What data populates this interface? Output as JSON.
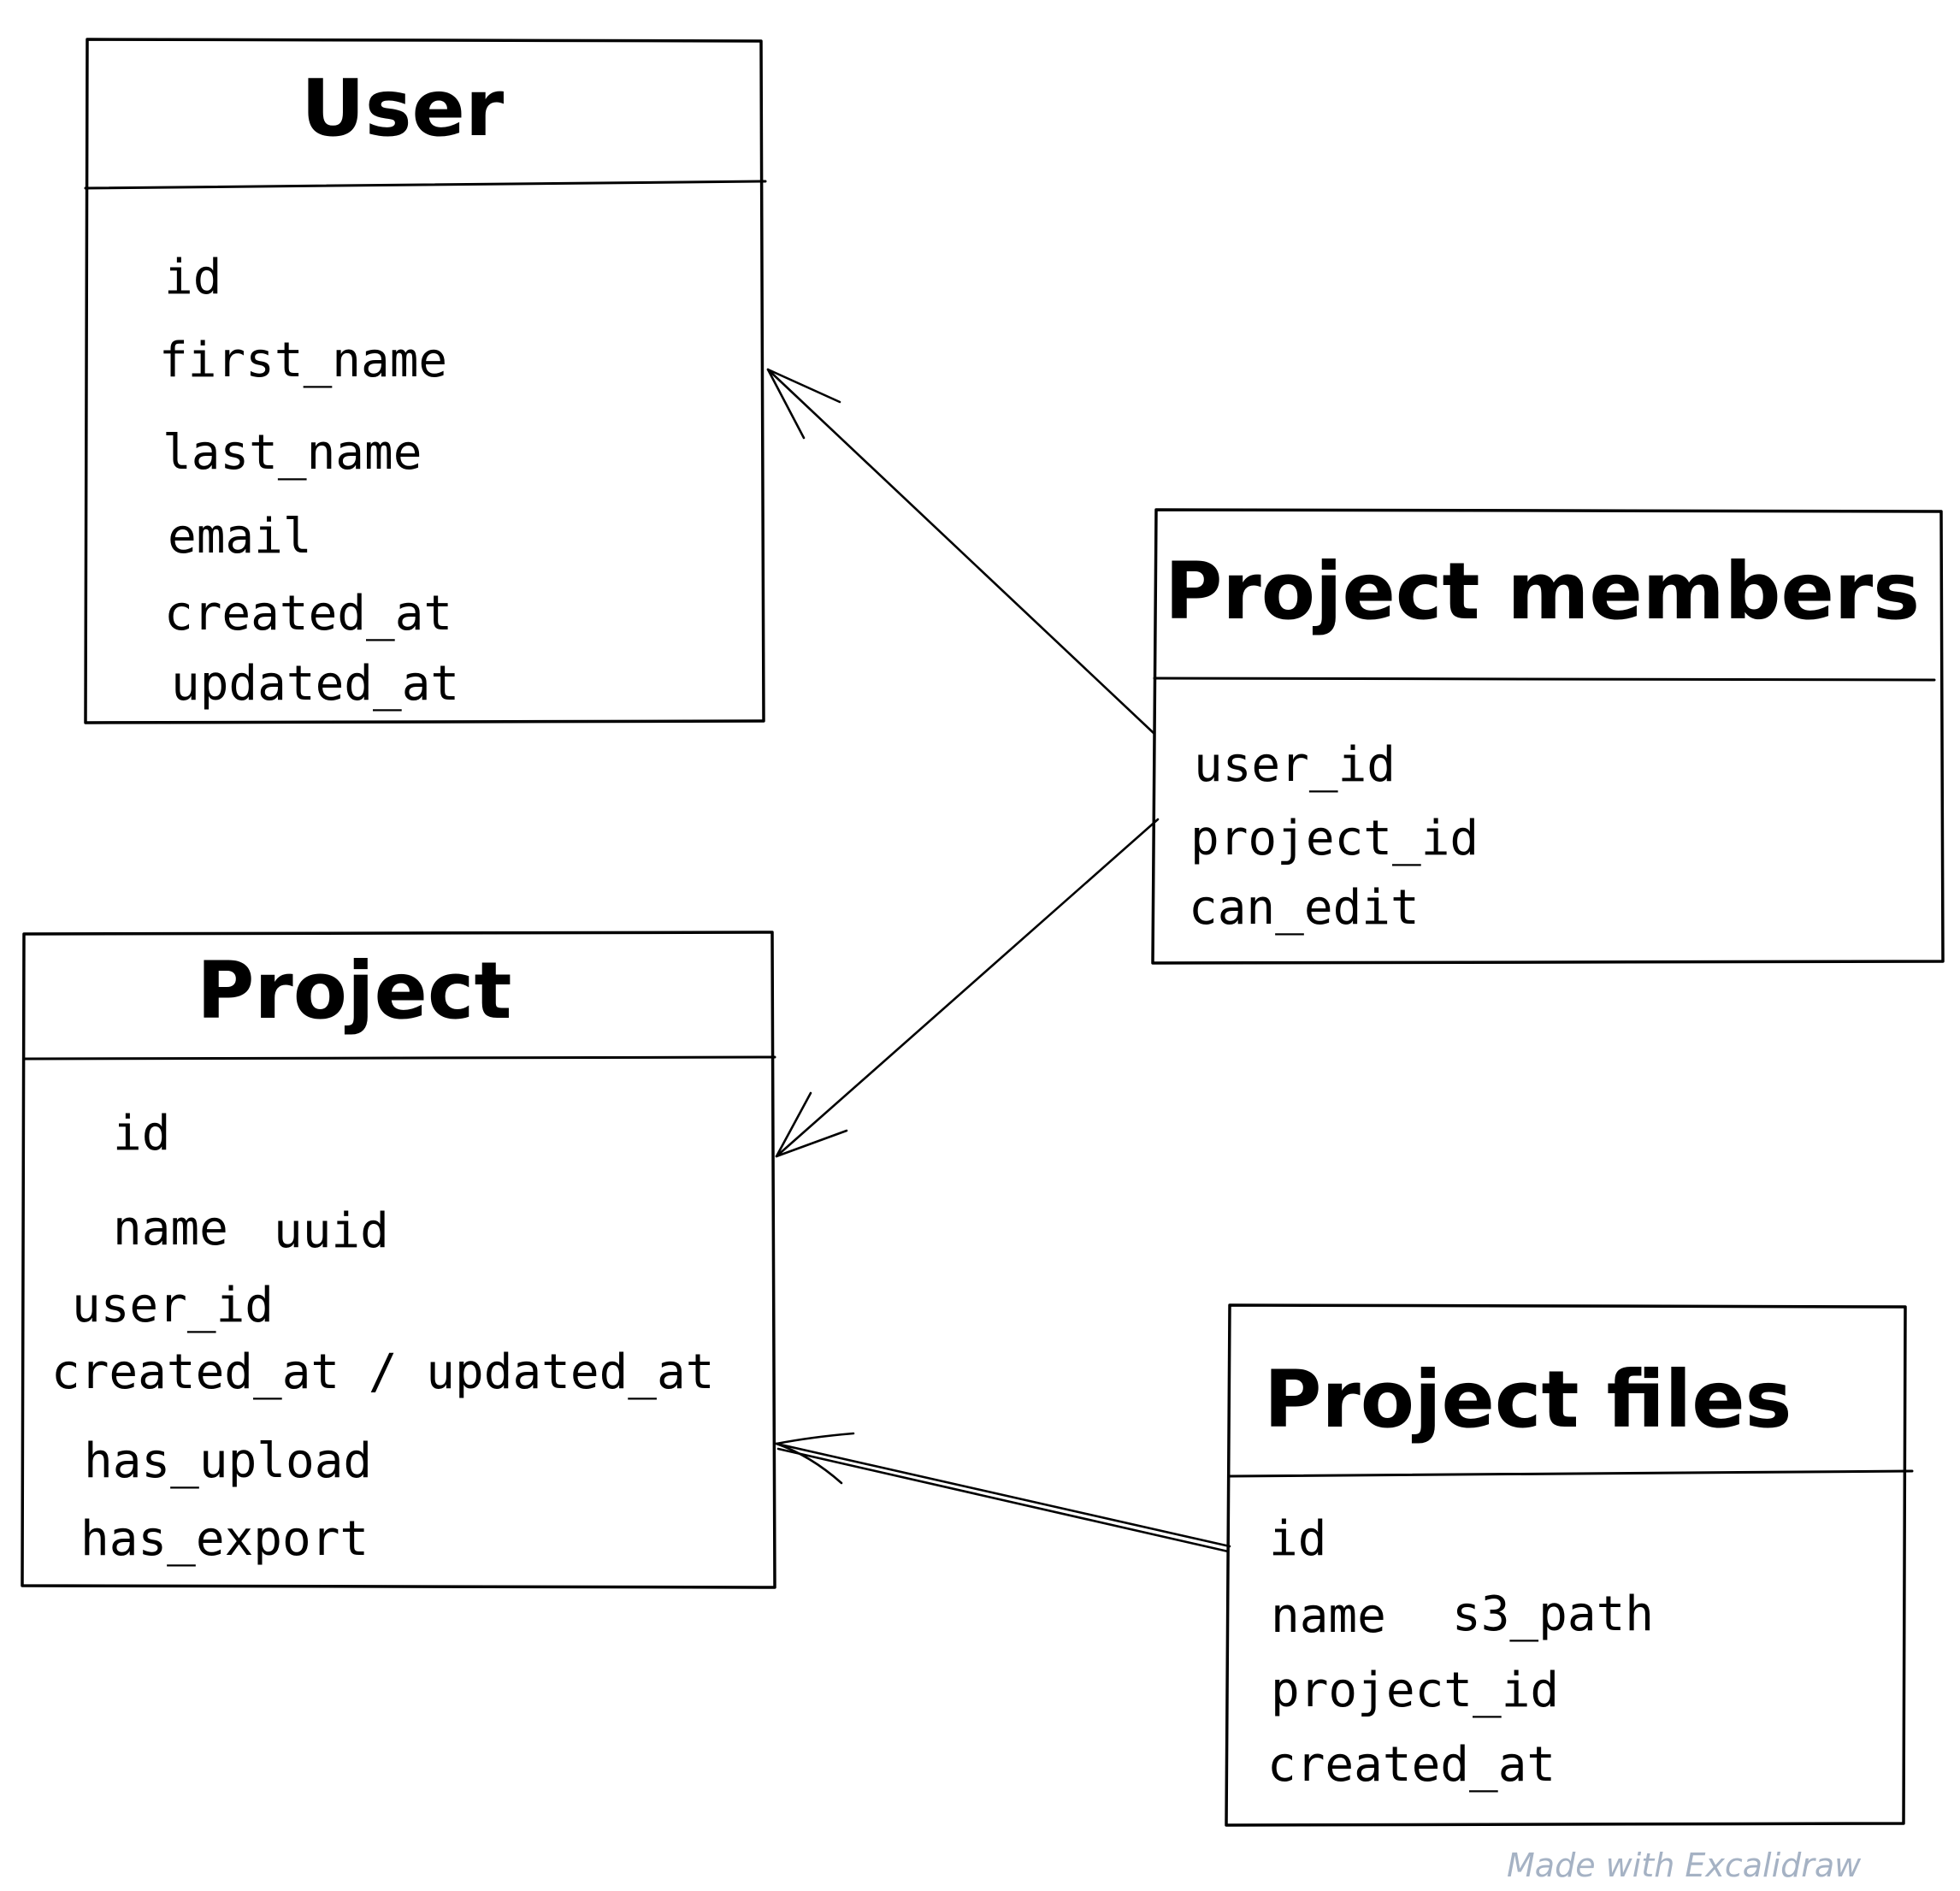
{
  "entities": {
    "user": {
      "title": "User",
      "fields": [
        "id",
        "first_name",
        "last_name",
        "email",
        "created_at",
        "updated_at"
      ]
    },
    "project_members": {
      "title": "Project members",
      "fields": [
        "user_id",
        "project_id",
        "can_edit"
      ]
    },
    "project": {
      "title": "Project",
      "fields": [
        "id",
        "name",
        "uuid",
        "user_id",
        "created_at / updated_at",
        "has_upload",
        "has_export"
      ]
    },
    "project_files": {
      "title": "Project files",
      "fields": [
        "id",
        "name",
        "s3_path",
        "project_id",
        "created_at"
      ]
    }
  },
  "relations": [
    {
      "from": "Project members",
      "to": "User",
      "arrow": "open"
    },
    {
      "from": "Project members",
      "to": "Project",
      "arrow": "open"
    },
    {
      "from": "Project files",
      "to": "Project",
      "arrow": "open"
    }
  ],
  "watermark": "Made with Excalidraw"
}
